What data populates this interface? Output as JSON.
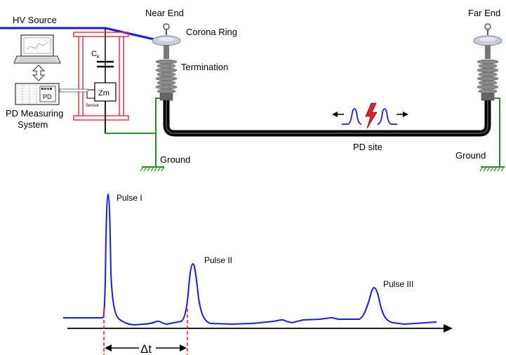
{
  "labels": {
    "hv_source": "HV Source",
    "near_end": "Near End",
    "far_end": "Far End",
    "corona_ring": "Corona Ring",
    "termination": "Termination",
    "ck": "C",
    "ck_sub": "k",
    "zm": "Zm",
    "sensor": "Sensor",
    "pd_box": "PD",
    "pd_system_line1": "PD Measuring",
    "pd_system_line2": "System",
    "ground_left": "Ground",
    "ground_right": "Ground",
    "pd_site": "PD site",
    "pulse_1": "Pulse I",
    "pulse_2": "Pulse II",
    "pulse_3": "Pulse III",
    "delta_t": "Δt"
  },
  "colors": {
    "hv_line": "#1a1ae6",
    "frame": "#e8344a",
    "ground_wire": "#2e8b2e",
    "waveform": "#1a1ae6",
    "marker": "#e8202a",
    "lightning": "#e8202a"
  },
  "waveform": {
    "description_points": "baseline with three decaying pulses",
    "baseline_level": 0.0,
    "pulse_1_peak": 1.0,
    "pulse_2_peak": 0.43,
    "pulse_3_peak": 0.24
  }
}
